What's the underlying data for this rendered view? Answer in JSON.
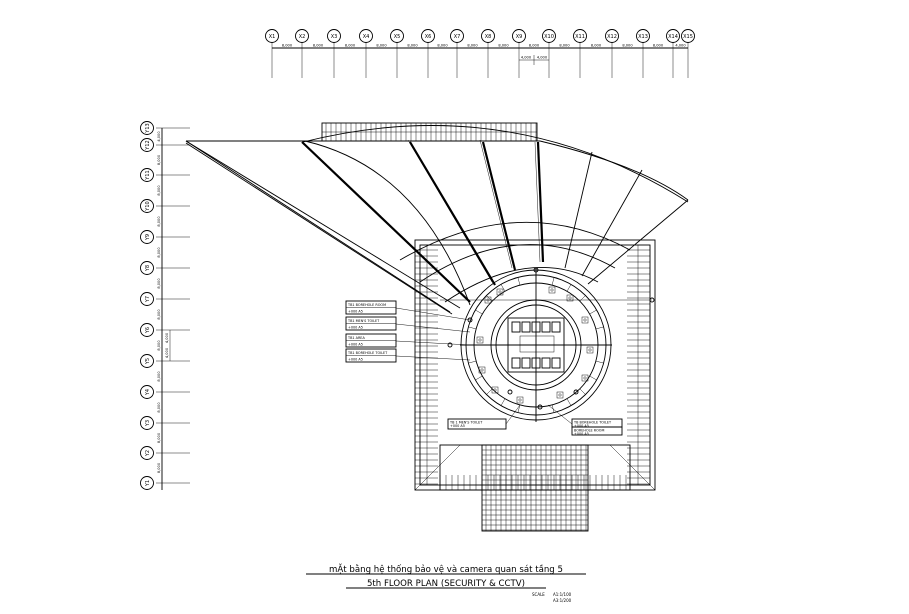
{
  "grid_x": {
    "labels": [
      "X1",
      "X2",
      "X3",
      "X4",
      "X5",
      "X6",
      "X7",
      "X8",
      "X9",
      "X10",
      "X11",
      "X12",
      "X13",
      "X14",
      "X15"
    ],
    "spacings": [
      "8,000",
      "8,000",
      "8,000",
      "8,000",
      "8,000",
      "8,000",
      "8,000",
      "8,000",
      "8,000",
      "8,000",
      "8,000",
      "8,000",
      "8,000",
      "4,000"
    ],
    "sub_spacings": [
      "4,000",
      "4,000"
    ]
  },
  "grid_y": {
    "labels": [
      "Y1",
      "Y2",
      "Y3",
      "Y4",
      "Y5",
      "Y6",
      "Y7",
      "Y8",
      "Y9",
      "Y10",
      "Y11",
      "Y12",
      "Y13"
    ],
    "spacings": [
      "8,000",
      "8,000",
      "8,000",
      "8,000",
      "8,000",
      "8,000",
      "8,000",
      "8,000",
      "8,000",
      "8,000",
      "8,000",
      "4,000"
    ],
    "sub_spacings": [
      "4,000",
      "4,000"
    ]
  },
  "callouts_left": [
    {
      "title": "TB1 BOREHOLE ROOM",
      "detail": "+000 A5"
    },
    {
      "title": "TB1 MEN'S TOILET",
      "detail": "+000 A5"
    },
    {
      "title": "TB1 AREA",
      "detail": "+000 A5"
    },
    {
      "title": "TB1 BOREHOLE TOILET",
      "detail": "+000 A5"
    }
  ],
  "callouts_bottom": [
    {
      "title": "TB 1 MEN'S TOILET",
      "detail": "+000 A5"
    },
    {
      "title": "TB BOREHOLE TOILET",
      "detail": "+000 A5"
    },
    {
      "title": "BOREHOLE ROOM",
      "detail": "+000 A5"
    }
  ],
  "title": {
    "vietnamese": "mẶt bằng hệ thống bảo vệ và camera quan sát tầng 5",
    "english": "5th FLOOR PLAN (SECURITY & CCTV)",
    "scale_label": "SCALE",
    "scale_a1": "A1:1/100",
    "scale_a3": "A3:1/200"
  }
}
